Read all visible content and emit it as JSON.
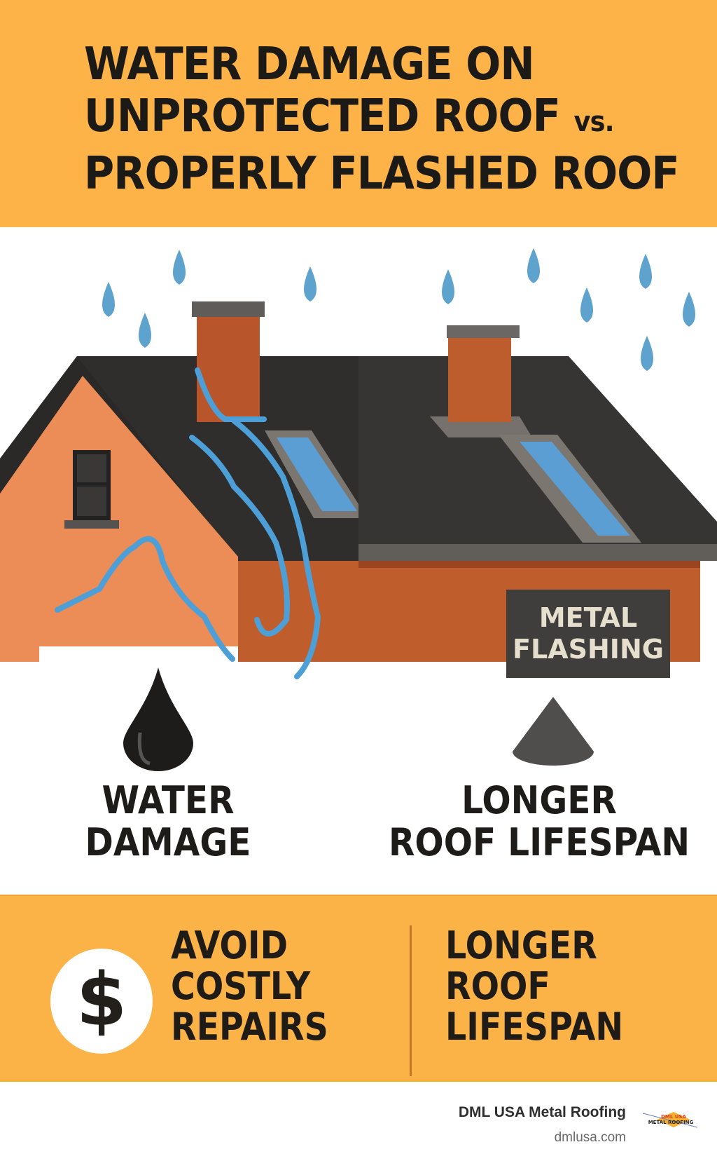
{
  "header": {
    "title_line1": "WATER DAMAGE ON",
    "title_line2": "UNPROTECTED ROOF",
    "title_vs": "vs.",
    "title_line3": "PROPERLY FLASHED ROOF",
    "background": "#fdb347"
  },
  "illustration": {
    "sign_line1": "METAL",
    "sign_line2": "FLASHING",
    "colors": {
      "rain": "#5ea3cd",
      "roof": "#2e2d2b",
      "brick": "#c4622f",
      "gable": "#ec8c57",
      "flashing": "#6f6b67"
    }
  },
  "comparison": {
    "left": {
      "icon": "water-drop-icon",
      "line1": "WATER",
      "line2": "DAMAGE"
    },
    "right": {
      "icon": "cone-icon",
      "line1": "LONGER",
      "line2": "ROOF LIFESPAN"
    }
  },
  "benefits": {
    "left": {
      "icon": "dollar-icon",
      "symbol": "$",
      "lines": [
        "AVOID",
        "COSTLY",
        "REPAIRS"
      ]
    },
    "right": {
      "lines": [
        "LONGER",
        "ROOF",
        "LIFESPAN"
      ]
    }
  },
  "footer": {
    "company": "DML USA Metal Roofing",
    "website": "dmlusa.com",
    "logo_line1": "DML USA",
    "logo_line2": "METAL ROOFING"
  }
}
